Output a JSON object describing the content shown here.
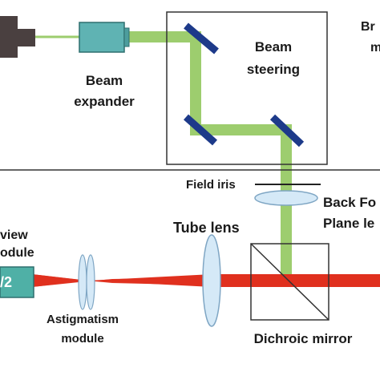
{
  "labels": {
    "beam_expander": [
      "Beam",
      "expander"
    ],
    "beam_steering": [
      "Beam",
      "steering"
    ],
    "field_iris": "Field iris",
    "back_focal_plane_lens": [
      "Back Fo",
      "Plane le"
    ],
    "tube_lens": "Tube lens",
    "overview_module": [
      "view",
      "odule"
    ],
    "camera_label": "/2",
    "astigmatism_module": [
      "Astigmatism",
      "module"
    ],
    "dichroic_mirror": "Dichroic mirror",
    "top_right_fragment": [
      "Br",
      "m"
    ]
  },
  "colors": {
    "green_beam": "#9dcd6e",
    "red_beam": "#e0301e",
    "laser_body": "#4a4040",
    "expander": "#5fb3b3",
    "mirror": "#1d3a8a",
    "lens": "#d5e9f7",
    "camera": "#4fb0a6"
  }
}
